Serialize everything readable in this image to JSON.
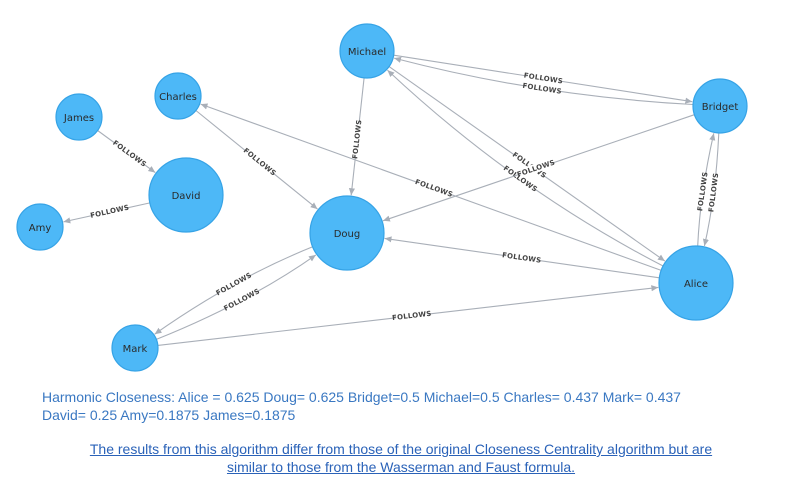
{
  "colors": {
    "node_fill": "#4db8f7",
    "node_stroke": "#36a3e6",
    "edge": "#a9afb8",
    "caption": "#3a78c2",
    "link": "#2a62b8"
  },
  "nodes": [
    {
      "id": "michael",
      "label": "Michael",
      "size": "large"
    },
    {
      "id": "bridget",
      "label": "Bridget",
      "size": "large"
    },
    {
      "id": "charles",
      "label": "Charles",
      "size": "medium"
    },
    {
      "id": "james",
      "label": "James",
      "size": "medium"
    },
    {
      "id": "david",
      "label": "David",
      "size": "xlarge"
    },
    {
      "id": "amy",
      "label": "Amy",
      "size": "medium"
    },
    {
      "id": "doug",
      "label": "Doug",
      "size": "xlarge"
    },
    {
      "id": "alice",
      "label": "Alice",
      "size": "xlarge"
    },
    {
      "id": "mark",
      "label": "Mark",
      "size": "medium"
    }
  ],
  "edges": [
    {
      "from": "bridget",
      "to": "michael",
      "label": "FOLLOWS"
    },
    {
      "from": "michael",
      "to": "bridget",
      "label": "FOLLOWS"
    },
    {
      "from": "alice",
      "to": "michael",
      "label": "FOLLOWS"
    },
    {
      "from": "michael",
      "to": "alice",
      "label": "FOLLOWS"
    },
    {
      "from": "michael",
      "to": "doug",
      "label": "FOLLOWS"
    },
    {
      "from": "bridget",
      "to": "doug",
      "label": "FOLLOWS"
    },
    {
      "from": "alice",
      "to": "charles",
      "label": "FOLLOWS"
    },
    {
      "from": "charles",
      "to": "doug",
      "label": "FOLLOWS"
    },
    {
      "from": "bridget",
      "to": "alice",
      "label": "FOLLOWS"
    },
    {
      "from": "alice",
      "to": "bridget",
      "label": "FOLLOWS"
    },
    {
      "from": "alice",
      "to": "doug",
      "label": "FOLLOWS"
    },
    {
      "from": "james",
      "to": "david",
      "label": "FOLLOWS"
    },
    {
      "from": "david",
      "to": "amy",
      "label": "FOLLOWS"
    },
    {
      "from": "doug",
      "to": "mark",
      "label": "FOLLOWS"
    },
    {
      "from": "mark",
      "to": "doug",
      "label": "FOLLOWS"
    },
    {
      "from": "mark",
      "to": "alice",
      "label": "FOLLOWS"
    }
  ],
  "caption": {
    "line1": "Harmonic Closeness: Alice = 0.625 Doug= 0.625 Bridget=0.5 Michael=0.5 Charles= 0.437 Mark= 0.437",
    "line2": "David= 0.25 Amy=0.1875 James=0.1875"
  },
  "note_link": {
    "line1": "The results from this algorithm differ from those of the original Closeness Centrality algorithm but are",
    "line2": "similar to those from the Wasserman and Faust formula."
  }
}
